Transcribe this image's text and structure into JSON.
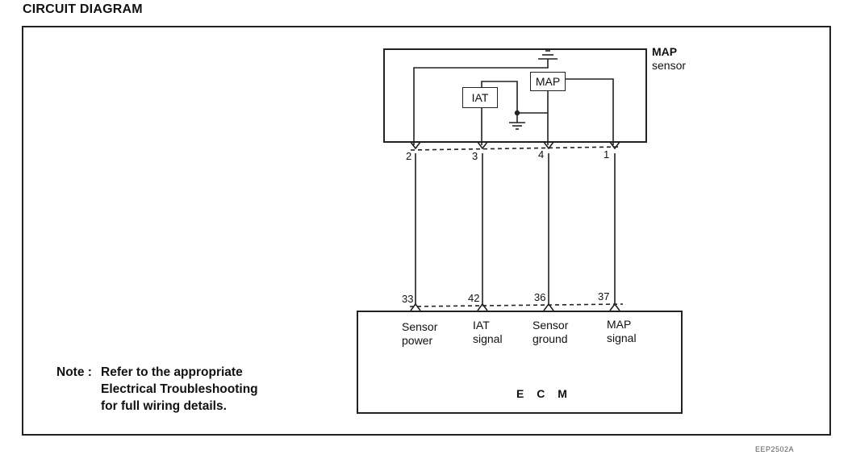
{
  "title": "CIRCUIT DIAGRAM",
  "sensor": {
    "title": "MAP",
    "subtitle": "sensor",
    "iat_label": "IAT",
    "map_label": "MAP",
    "pins": [
      "2",
      "3",
      "4",
      "1"
    ]
  },
  "ecm": {
    "label": "E C M",
    "pins": [
      "33",
      "42",
      "36",
      "37"
    ],
    "signals": [
      {
        "line1": "Sensor",
        "line2": "power"
      },
      {
        "line1": "IAT",
        "line2": "signal"
      },
      {
        "line1": "Sensor",
        "line2": "ground"
      },
      {
        "line1": "MAP",
        "line2": "signal"
      }
    ]
  },
  "note": {
    "prefix": "Note :",
    "line1": "Refer to the appropriate",
    "line2": "Electrical Troubleshooting",
    "line3": "for full wiring details."
  },
  "figure_code": "EEP2502A"
}
